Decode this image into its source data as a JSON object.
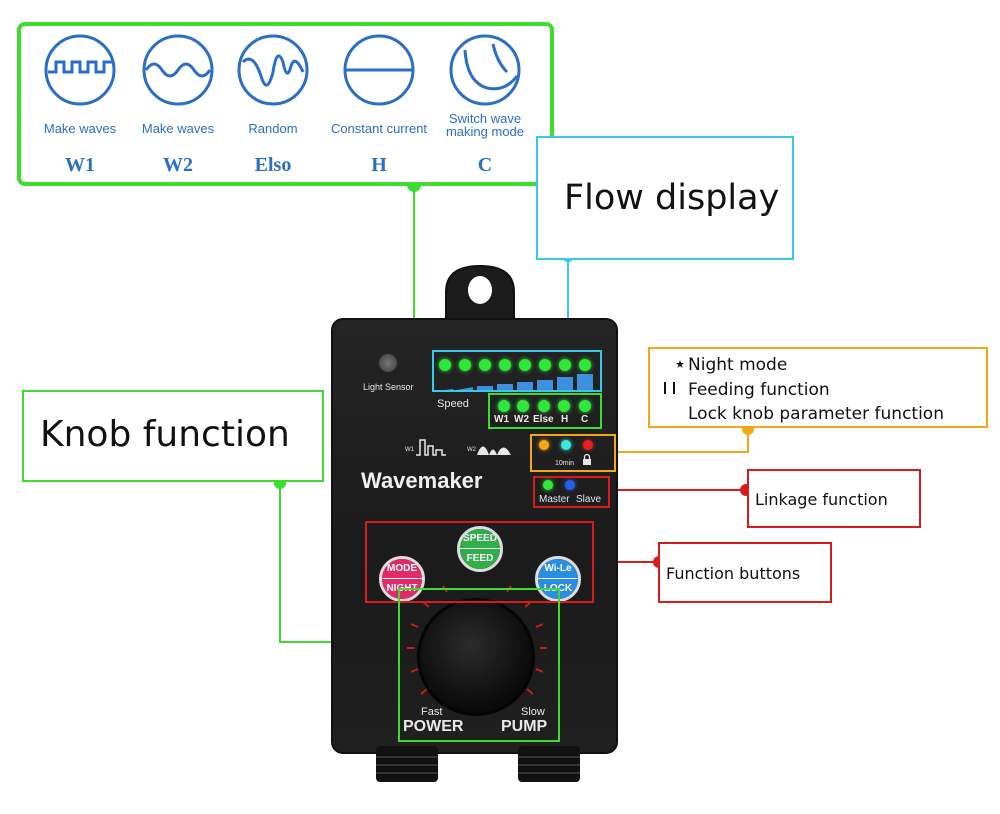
{
  "wave_modes": [
    {
      "label": "Make waves",
      "code": "W1",
      "icon": "square-wave-icon"
    },
    {
      "label": "Make waves",
      "code": "W2",
      "icon": "sine-wave-icon"
    },
    {
      "label": "Random",
      "code": "Elso",
      "icon": "random-wave-icon"
    },
    {
      "label": "Constant current",
      "code": "H",
      "icon": "constant-line-icon"
    },
    {
      "label_line1": "Switch wave",
      "label_line2": "making mode",
      "code": "C",
      "icon": "switch-wave-icon"
    }
  ],
  "callouts": {
    "flow_display": "Flow display",
    "knob_function": "Knob function",
    "night_mode": "Night mode",
    "feeding_function": "Feeding function",
    "lock_knob": "Lock knob parameter function",
    "linkage_function": "Linkage function",
    "function_buttons": "Function buttons"
  },
  "device": {
    "light_sensor": "Light Sensor",
    "speed": "Speed",
    "mode_labels": [
      "W1",
      "W2",
      "Else",
      "H",
      "C"
    ],
    "w1": "W1",
    "w2": "W2",
    "brand": "Wavemaker",
    "timer": "10min",
    "master": "Master",
    "slave": "Slave",
    "btn_mode_top": "MODE",
    "btn_mode_bot": "NIGHT",
    "btn_speed_top": "SPEED",
    "btn_speed_bot": "FEED",
    "btn_wile_top": "Wi-Le",
    "btn_wile_bot": "LOCK",
    "fast": "Fast",
    "slow": "Slow",
    "power": "POWER",
    "pump": "PUMP"
  },
  "colors": {
    "green_outline": "#3ddc2f",
    "cyan_outline": "#38c8e8",
    "orange_outline": "#f0a818",
    "red_outline": "#d81c1c",
    "label_blue": "#2a6ec6"
  }
}
